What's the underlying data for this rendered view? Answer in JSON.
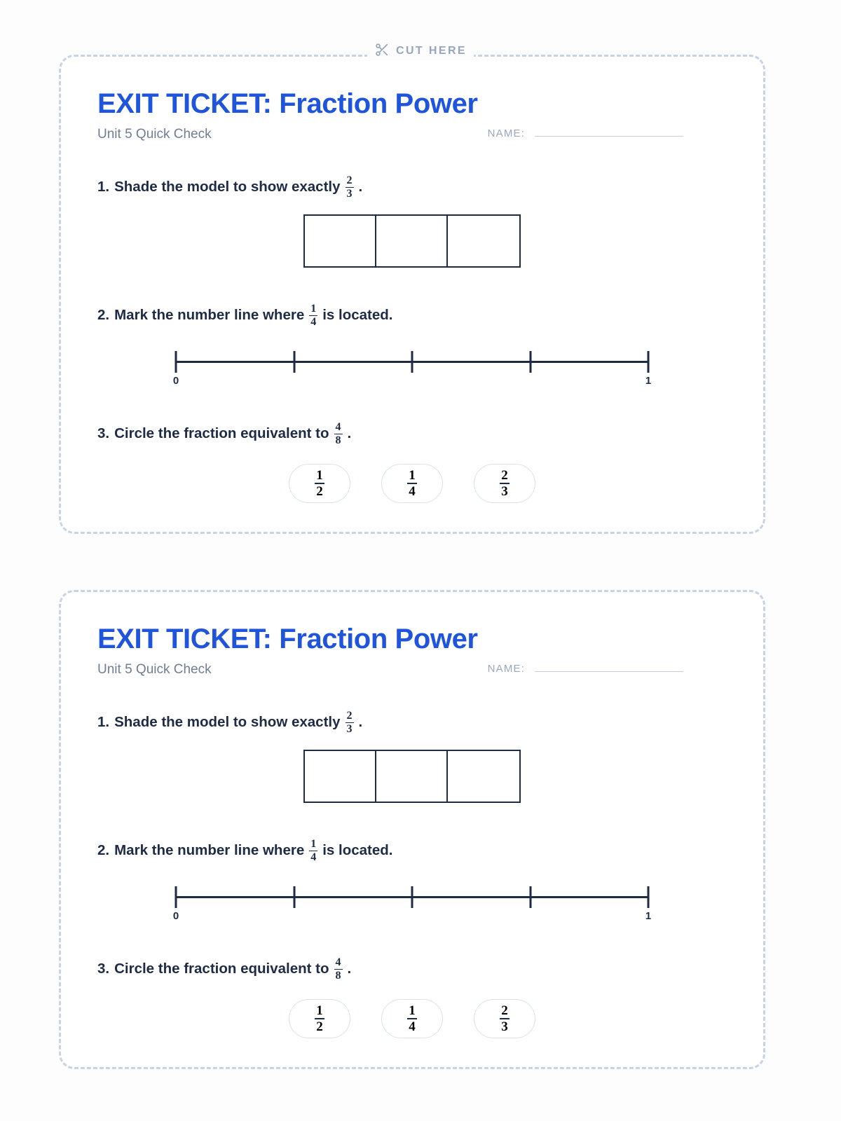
{
  "cut_strip": {
    "label": "CUT HERE",
    "icon": "scissors-icon"
  },
  "colors": {
    "title_blue": "#1f55dd",
    "body_navy": "#1e2b45",
    "muted_gray": "#707d91",
    "dashed_border": "#c8d3e3",
    "option_border": "#dbe2ec"
  },
  "ticket": {
    "title": "EXIT TICKET: Fraction Power",
    "subtitle": "Unit 5 Quick Check",
    "name_label": "NAME:",
    "name_value": "",
    "questions": [
      {
        "number": "1.",
        "text_before": "Shade the model to show exactly",
        "fraction": {
          "num": "2",
          "den": "3"
        },
        "text_after": ".",
        "model_cells": 3,
        "shaded_cells": 0
      },
      {
        "number": "2.",
        "text_before": "Mark the number line where",
        "fraction": {
          "num": "1",
          "den": "4"
        },
        "text_after": "is located.",
        "numberline": {
          "start_label": "0",
          "end_label": "1",
          "tick_count": 5,
          "tick_positions": [
            0,
            25,
            50,
            75,
            100
          ]
        }
      },
      {
        "number": "3.",
        "text_before": "Circle the fraction equivalent to",
        "fraction": {
          "num": "4",
          "den": "8"
        },
        "text_after": ".",
        "options": [
          {
            "num": "1",
            "den": "2"
          },
          {
            "num": "1",
            "den": "4"
          },
          {
            "num": "2",
            "den": "3"
          }
        ]
      }
    ]
  }
}
